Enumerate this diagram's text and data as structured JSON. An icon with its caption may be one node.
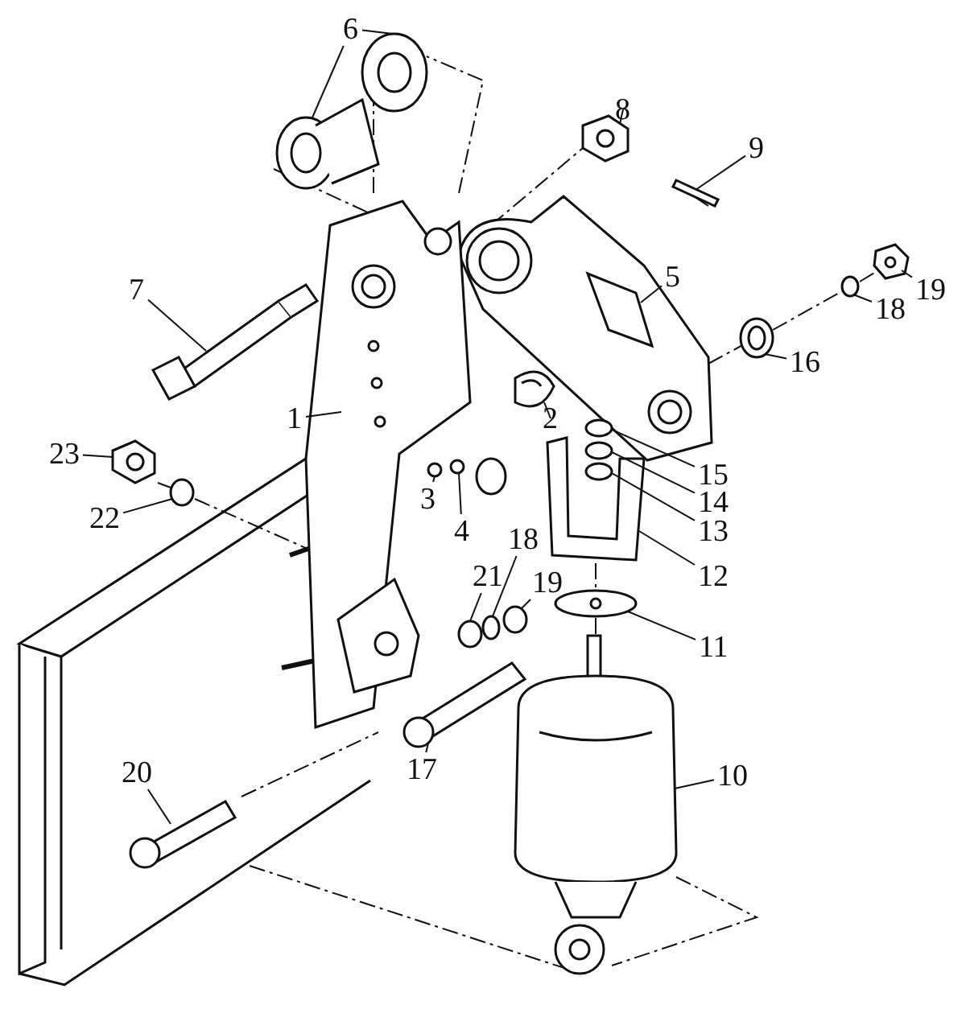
{
  "diagram": {
    "nodes": [
      {
        "text": [
          "6"
        ]
      },
      {
        "text": [
          "8"
        ]
      },
      {
        "text": [
          "9"
        ]
      },
      {
        "text": [
          "5"
        ]
      },
      {
        "text": [
          "19"
        ]
      },
      {
        "text": [
          "18"
        ]
      },
      {
        "text": [
          "7"
        ]
      },
      {
        "text": [
          "16"
        ]
      },
      {
        "text": [
          "1"
        ]
      },
      {
        "text": [
          "2"
        ]
      },
      {
        "text": [
          "23"
        ]
      },
      {
        "text": [
          "15"
        ]
      },
      {
        "text": [
          "3"
        ]
      },
      {
        "text": [
          "14"
        ]
      },
      {
        "text": [
          "22"
        ]
      },
      {
        "text": [
          "4"
        ]
      },
      {
        "text": [
          "13"
        ]
      },
      {
        "text": [
          "18"
        ]
      },
      {
        "text": [
          "12"
        ]
      },
      {
        "text": [
          "21"
        ]
      },
      {
        "text": [
          "19"
        ]
      },
      {
        "text": [
          "11"
        ]
      },
      {
        "text": [
          "17"
        ]
      },
      {
        "text": [
          "20"
        ]
      },
      {
        "text": [
          "10"
        ]
      },
      {
        "text": [],
        "shape": "picture"
      },
      {
        "text": [],
        "shape": "picture"
      },
      {
        "text": [],
        "shape": "picture"
      },
      {
        "text": [],
        "shape": "bar"
      },
      {
        "text": [],
        "shape": "picture"
      },
      {
        "text": [],
        "shape": "picture"
      },
      {
        "text": [],
        "shape": "circle"
      },
      {
        "text": [],
        "shape": "picture"
      },
      {
        "text": [],
        "shape": "picture"
      },
      {
        "text": [],
        "shape": "picture"
      },
      {
        "text": [],
        "shape": "picture"
      },
      {
        "text": [],
        "shape": "picture"
      },
      {
        "text": [],
        "shape": "circle"
      },
      {
        "text": [],
        "shape": "circle"
      },
      {
        "text": [],
        "shape": "circle"
      },
      {
        "text": [],
        "shape": "circle"
      },
      {
        "text": [],
        "shape": "circle"
      },
      {
        "text": [],
        "shape": "circle"
      },
      {
        "text": [],
        "shape": "circle"
      },
      {
        "text": [],
        "shape": "picture"
      },
      {
        "text": [],
        "shape": "circle"
      },
      {
        "text": [],
        "shape": "circle"
      },
      {
        "text": [],
        "shape": "picture"
      },
      {
        "text": [],
        "shape": "picture"
      },
      {
        "text": [],
        "shape": "picture"
      },
      {
        "text": [],
        "shape": "picture"
      }
    ],
    "edges": [
      {
        "from": 0,
        "to": 25,
        "arrow": "none"
      },
      {
        "from": 0,
        "to": 26,
        "arrow": "none"
      },
      {
        "from": 1,
        "to": 27,
        "arrow": "none"
      },
      {
        "from": 2,
        "to": 28,
        "arrow": "none"
      },
      {
        "from": 3,
        "to": 29,
        "arrow": "none"
      },
      {
        "from": 4,
        "to": 30,
        "arrow": "none"
      },
      {
        "from": 5,
        "to": 31,
        "arrow": "none"
      },
      {
        "from": 6,
        "to": 32,
        "arrow": "none"
      },
      {
        "from": 7,
        "to": 33,
        "arrow": "none"
      },
      {
        "from": 8,
        "to": 34,
        "arrow": "none"
      },
      {
        "from": 9,
        "to": 35,
        "arrow": "none"
      },
      {
        "from": 10,
        "to": 36,
        "arrow": "none"
      },
      {
        "from": 11,
        "to": 37,
        "arrow": "none"
      },
      {
        "from": 12,
        "to": 38,
        "arrow": "none"
      },
      {
        "from": 13,
        "to": 39,
        "arrow": "none"
      },
      {
        "from": 14,
        "to": 40,
        "arrow": "none"
      },
      {
        "from": 15,
        "to": 41,
        "arrow": "none"
      },
      {
        "from": 16,
        "to": 42,
        "arrow": "none"
      },
      {
        "from": 17,
        "to": 43,
        "arrow": "none"
      },
      {
        "from": 18,
        "to": 44,
        "arrow": "none"
      },
      {
        "from": 19,
        "to": 45,
        "arrow": "none"
      },
      {
        "from": 20,
        "to": 46,
        "arrow": "none"
      },
      {
        "from": 21,
        "to": 47,
        "arrow": "none"
      },
      {
        "from": 22,
        "to": 48,
        "arrow": "none"
      },
      {
        "from": 23,
        "to": 49,
        "arrow": "none"
      },
      {
        "from": 24,
        "to": 50,
        "arrow": "none"
      }
    ]
  }
}
